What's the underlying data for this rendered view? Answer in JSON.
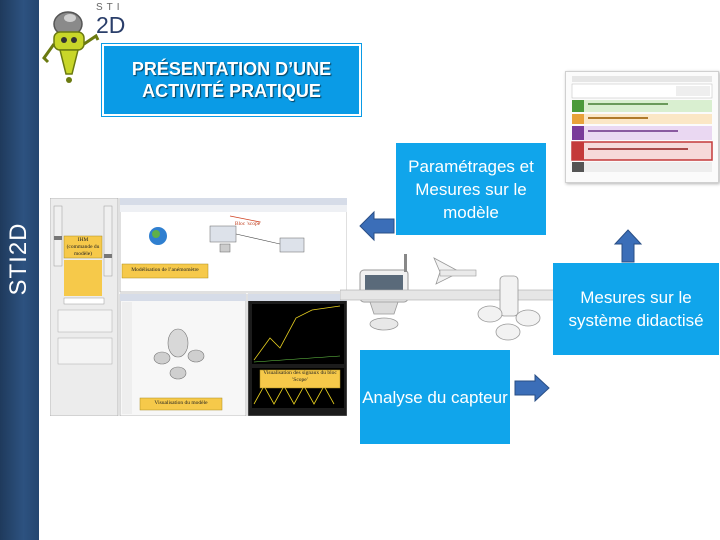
{
  "sidebar": {
    "label": "STI2D"
  },
  "logo": {
    "top_text": "STI",
    "main_text": "2D"
  },
  "title": {
    "text": "PRÉSENTATION D’UNE\nACTIVITÉ PRATIQUE"
  },
  "boxes": {
    "parametrages": "Paramétrages et Mesures sur le modèle",
    "mesures": "Mesures sur le système didactisé",
    "analyse": "Analyse du capteur"
  },
  "screenshot_labels": {
    "ihm": "IHM (commande du modèle)",
    "modelisation": "Modélisation de l’anémomètre",
    "bloc_scope": "Bloc 'scope'",
    "visualisation_signaux": "Visualisation des signaux du bloc 'Scope'",
    "visualisation_modele": "Visualisation du modèle"
  },
  "colors": {
    "sidebar": "#2d5280",
    "title_bg": "#0a9be6",
    "box_bg": "#10a5eb",
    "arrow": "#3b6eb8"
  }
}
